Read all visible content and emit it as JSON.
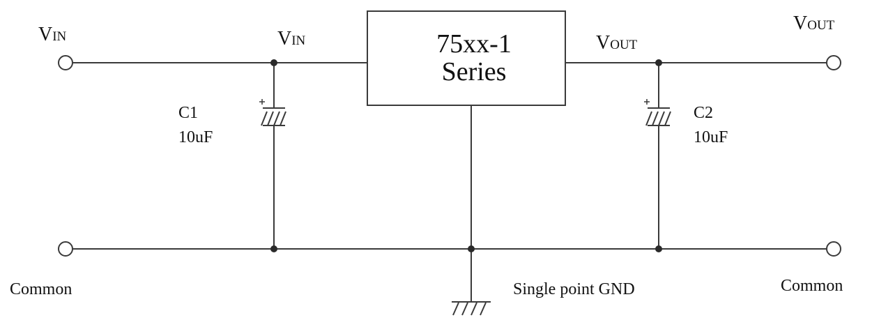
{
  "regulator": {
    "line1": "75xx-1",
    "line2": "Series"
  },
  "labels": {
    "vin_terminal": {
      "main": "V",
      "sub": "IN"
    },
    "vin_node": {
      "main": "V",
      "sub": "IN"
    },
    "vout_node": {
      "main": "V",
      "sub": "OUT"
    },
    "vout_terminal": {
      "main": "V",
      "sub": "OUT"
    },
    "c1_name": "C1",
    "c1_value": "10uF",
    "c2_name": "C2",
    "c2_value": "10uF",
    "common_left": "Common",
    "common_right": "Common",
    "ground": "Single point GND"
  },
  "colors": {
    "wire": "#3a3a3a",
    "text": "#111111"
  }
}
